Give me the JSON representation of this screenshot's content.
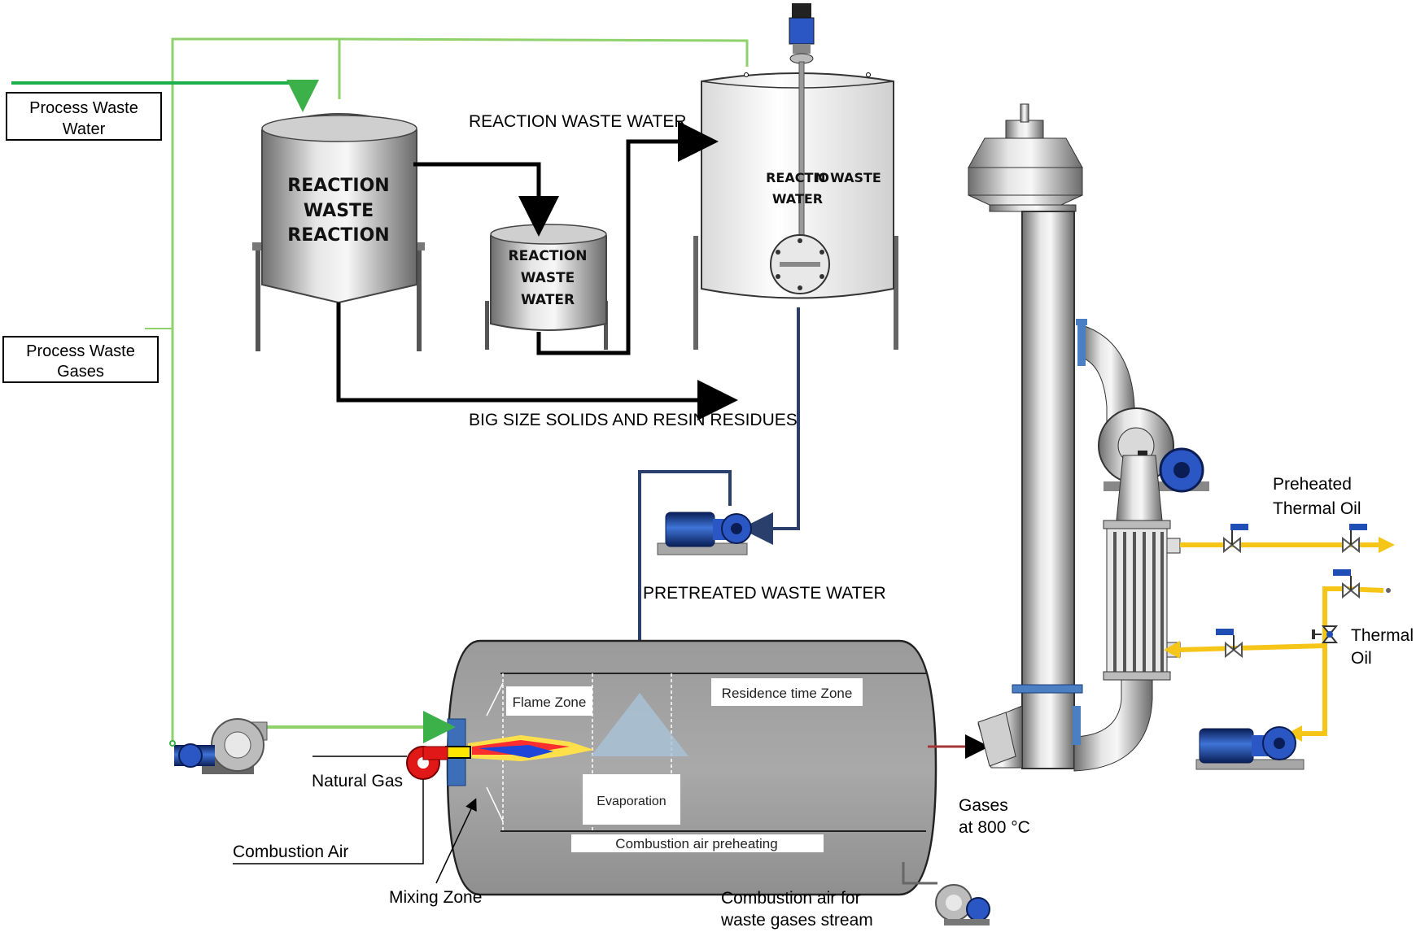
{
  "inputs": {
    "process_waste_water": [
      "Process  Waste",
      "Water"
    ],
    "process_waste_gases": [
      "Process  Waste",
      "Gases"
    ]
  },
  "tanks": {
    "reaction_tank_1": [
      "REACTION",
      "WASTE",
      "REACTION"
    ],
    "reaction_tank_2": [
      "REACTION",
      "WASTE",
      "WATER"
    ],
    "reaction_tank_3": [
      "REACTIO",
      "N WASTE",
      "WATER"
    ]
  },
  "streams": {
    "reaction_waste_water": "REACTION WASTE WATER",
    "big_solids": "BIG SIZE SOLIDS AND RESIN RESIDUES",
    "pretreated_waste_water": "PRETREATED WASTE WATER"
  },
  "incinerator": {
    "flame_zone": "Flame Zone",
    "residence_zone": "Residence time Zone",
    "evaporation": "Evaporation",
    "combustion_preheating": "Combustion air preheating"
  },
  "burner": {
    "natural_gas": "Natural Gas",
    "combustion_air": "Combustion Air",
    "mixing_zone": "Mixing Zone",
    "combustion_air_waste": [
      "Combustion air for",
      "waste gases stream"
    ]
  },
  "outlet": {
    "gases": [
      "Gases",
      "at 800 °C"
    ]
  },
  "thermal_oil": {
    "preheated": [
      "Preheated",
      "Thermal Oil"
    ],
    "thermal": [
      "Thermal",
      "Oil"
    ]
  },
  "colors": {
    "green_line": "#7ccd4d",
    "water_line": "#2a3f6b",
    "oil_line": "#f5c518",
    "gas_arrow": "#a43535",
    "pump_blue": "#1f4fb4"
  }
}
